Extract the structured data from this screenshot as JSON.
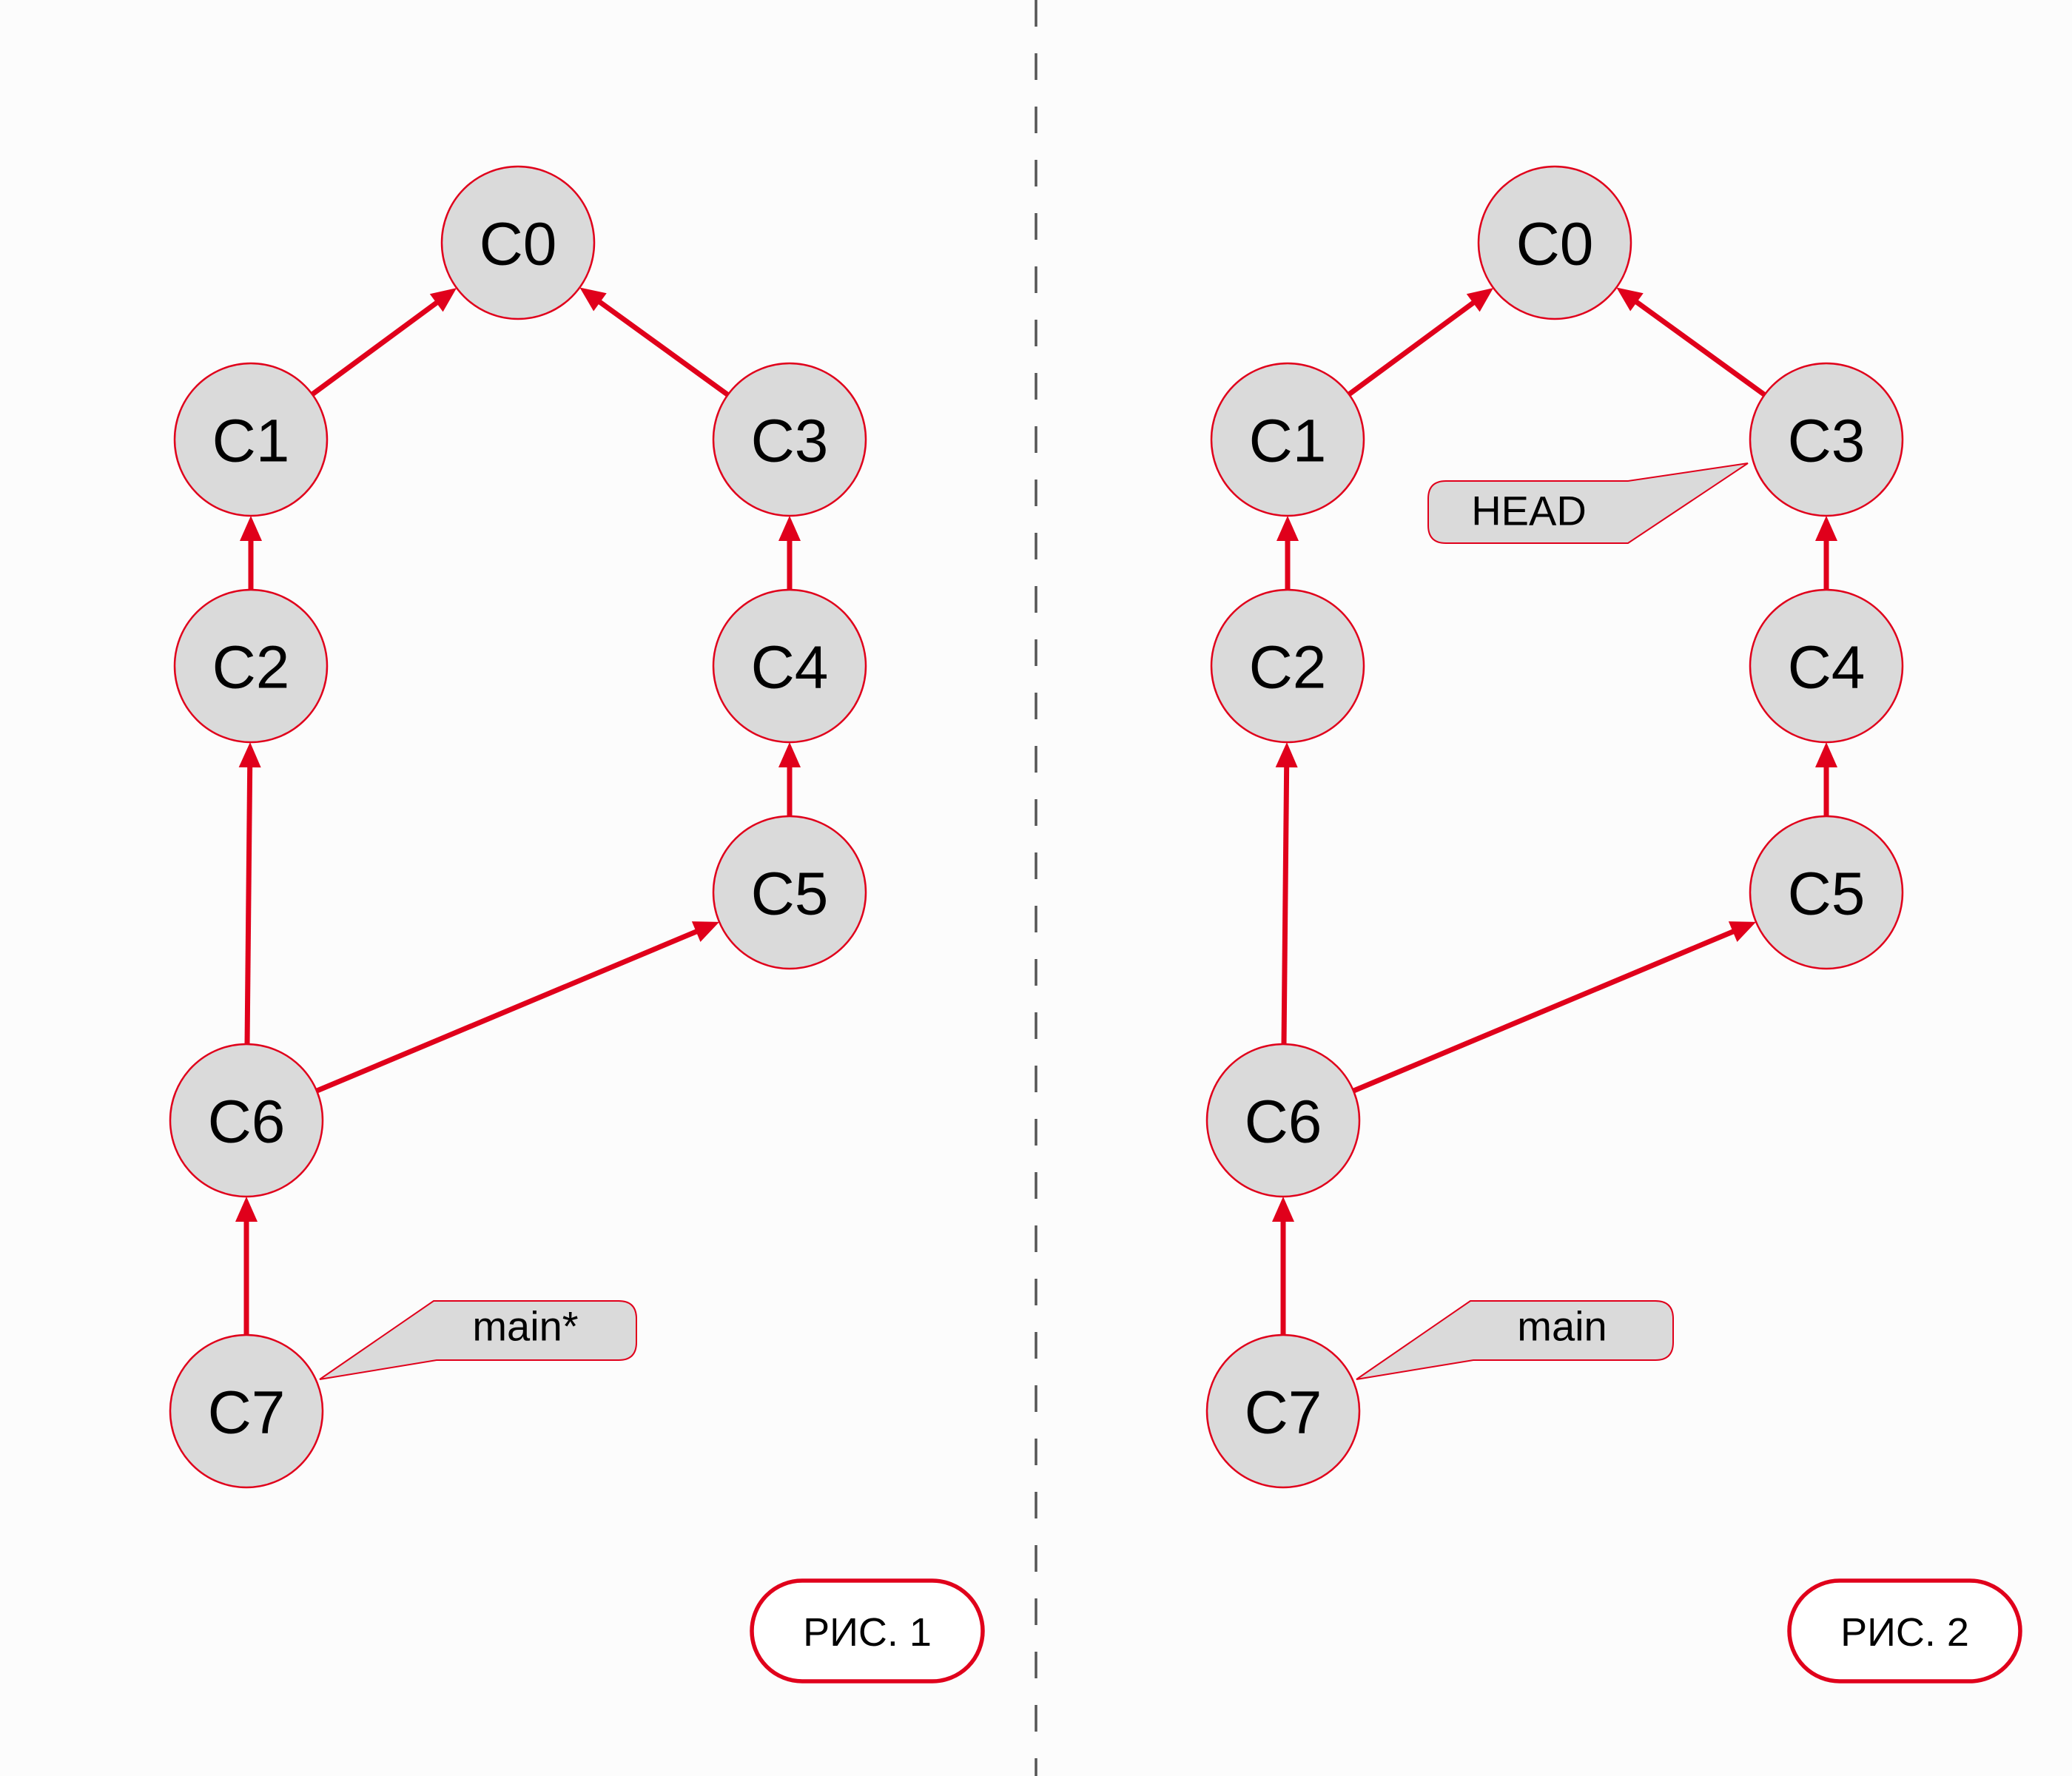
{
  "colors": {
    "edge": "#e0001b",
    "node_fill": "#dadada",
    "divider": "#555555",
    "background": "#fcfcfc"
  },
  "figures": [
    {
      "caption": "РИС. 1",
      "nodes": [
        {
          "id": "C0",
          "label": "C0"
        },
        {
          "id": "C1",
          "label": "C1"
        },
        {
          "id": "C2",
          "label": "C2"
        },
        {
          "id": "C3",
          "label": "C3"
        },
        {
          "id": "C4",
          "label": "C4"
        },
        {
          "id": "C5",
          "label": "C5"
        },
        {
          "id": "C6",
          "label": "C6"
        },
        {
          "id": "C7",
          "label": "C7"
        }
      ],
      "edges": [
        {
          "from": "C1",
          "to": "C0"
        },
        {
          "from": "C3",
          "to": "C0"
        },
        {
          "from": "C2",
          "to": "C1"
        },
        {
          "from": "C4",
          "to": "C3"
        },
        {
          "from": "C5",
          "to": "C4"
        },
        {
          "from": "C6",
          "to": "C2"
        },
        {
          "from": "C6",
          "to": "C5"
        },
        {
          "from": "C7",
          "to": "C6"
        }
      ],
      "tags": [
        {
          "label": "main*",
          "points_to": "C7"
        }
      ]
    },
    {
      "caption": "РИС. 2",
      "nodes": [
        {
          "id": "C0",
          "label": "C0"
        },
        {
          "id": "C1",
          "label": "C1"
        },
        {
          "id": "C2",
          "label": "C2"
        },
        {
          "id": "C3",
          "label": "C3"
        },
        {
          "id": "C4",
          "label": "C4"
        },
        {
          "id": "C5",
          "label": "C5"
        },
        {
          "id": "C6",
          "label": "C6"
        },
        {
          "id": "C7",
          "label": "C7"
        }
      ],
      "edges": [
        {
          "from": "C1",
          "to": "C0"
        },
        {
          "from": "C3",
          "to": "C0"
        },
        {
          "from": "C2",
          "to": "C1"
        },
        {
          "from": "C4",
          "to": "C3"
        },
        {
          "from": "C5",
          "to": "C4"
        },
        {
          "from": "C6",
          "to": "C2"
        },
        {
          "from": "C6",
          "to": "C5"
        },
        {
          "from": "C7",
          "to": "C6"
        }
      ],
      "tags": [
        {
          "label": "HEAD",
          "points_to": "C3"
        },
        {
          "label": "main",
          "points_to": "C7"
        }
      ]
    }
  ]
}
